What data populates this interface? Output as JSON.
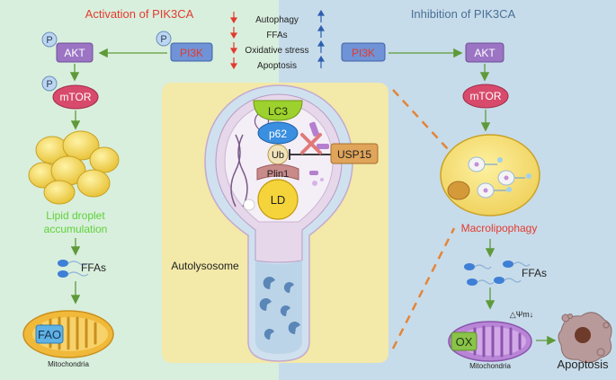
{
  "left_panel": {
    "title": "Activation of PIK3CA",
    "p_badge": "P",
    "pi3k": "PI3K",
    "akt": "AKT",
    "mtor": "mTOR",
    "lipid_line1": "Lipid droplet",
    "lipid_line2": "accumulation",
    "ffas": "FFAs",
    "fao": "FAO",
    "mito": "Mitochondria"
  },
  "right_panel": {
    "title": "Inhibition of PIK3CA",
    "pi3k": "PI3K",
    "akt": "AKT",
    "mtor": "mTOR",
    "macro": "Macrolipophagy",
    "ffas": "FFAs",
    "delta_psi": "△Ψm↓",
    "ox": "OX",
    "mito": "Mitochondria",
    "apoptosis": "Apoptosis"
  },
  "center_list": [
    "Autophagy",
    "FFAs",
    "Oxidative stress",
    "Apoptosis"
  ],
  "center": {
    "lc3": "LC3",
    "p62": "p62",
    "ub": "Ub",
    "plin1": "Plin1",
    "ld": "LD",
    "usp15": "USP15",
    "autolysosome": "Autolysosome"
  },
  "colors": {
    "left_bg": "#d9efdd",
    "right_bg": "#c7dcea",
    "center_bg": "#f3e9a8",
    "red_text": "#e23b2f",
    "green_arrow": "#5e9a3a",
    "pi3k_fill": "#6f93d6",
    "akt_fill": "#9b74c4",
    "mtor_fill": "#d84a6b",
    "lc3": "#9dd12e",
    "p62": "#3a8fe0",
    "usp15": "#e0a45a",
    "ld": "#f4d43a"
  }
}
